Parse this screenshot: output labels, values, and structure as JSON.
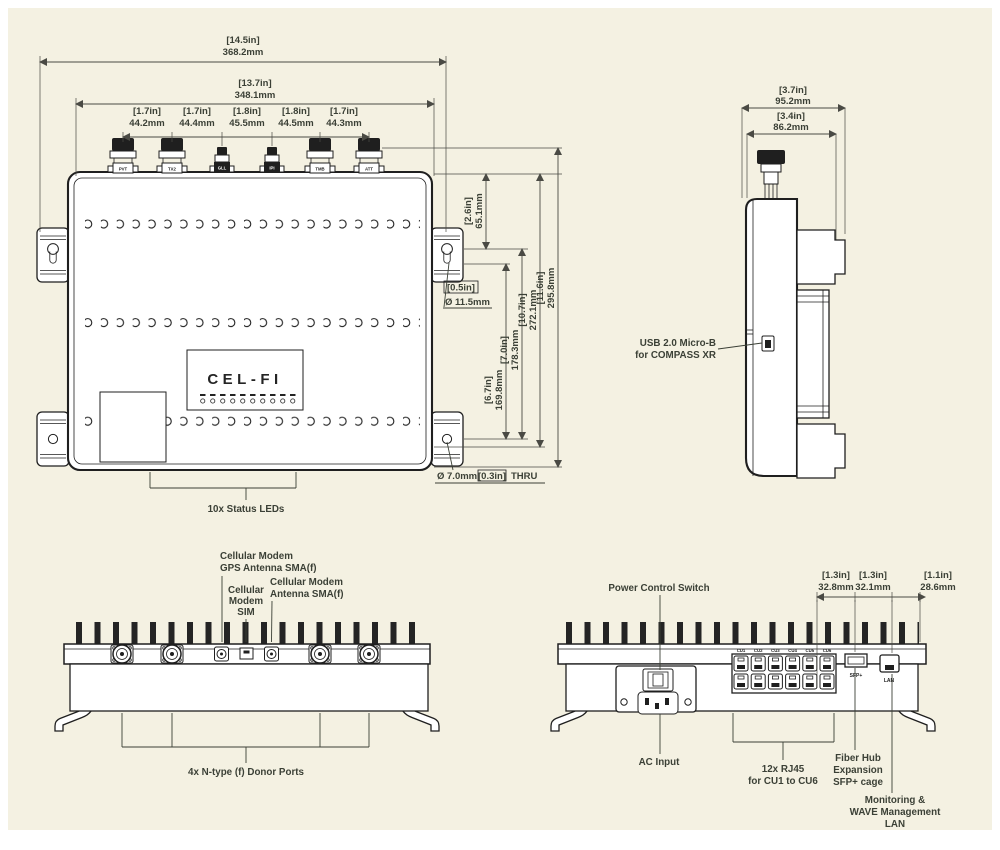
{
  "front": {
    "width_outer": {
      "in": "[14.5in]",
      "mm": "368.2mm"
    },
    "width_inner": {
      "in": "[13.7in]",
      "mm": "348.1mm"
    },
    "spacings": [
      {
        "in": "[1.7in]",
        "mm": "44.2mm"
      },
      {
        "in": "[1.7in]",
        "mm": "44.4mm"
      },
      {
        "in": "[1.8in]",
        "mm": "45.5mm"
      },
      {
        "in": "[1.8in]",
        "mm": "44.5mm"
      },
      {
        "in": "[1.7in]",
        "mm": "44.3mm"
      }
    ],
    "v26": {
      "in": "[2.6in]",
      "mm": "65.1mm"
    },
    "keyhole": {
      "in": "[0.5in]",
      "dia": "Ø 11.5mm"
    },
    "v67": {
      "in": "[6.7in]",
      "mm": "169.8mm"
    },
    "v70": {
      "in": "[7.0in]",
      "mm": "178.3mm"
    },
    "v107": {
      "in": "[10.7in]",
      "mm": "272.1mm"
    },
    "v116": {
      "in": "[11.6in]",
      "mm": "295.8mm"
    },
    "thru": {
      "dia": "Ø 7.0mm",
      "in": "[0.3in]",
      "suffix": "THRU"
    },
    "logo": "CEL-FI",
    "leds_label": "10x Status LEDs",
    "ports": [
      "PVT",
      "TX2",
      "GLL",
      "IPI",
      "TMB",
      "ATT"
    ]
  },
  "side": {
    "width_outer": {
      "in": "[3.7in]",
      "mm": "95.2mm"
    },
    "width_inner": {
      "in": "[3.4in]",
      "mm": "86.2mm"
    },
    "usb_label": {
      "line1": "USB 2.0 Micro-B",
      "line2": "for COMPASS XR"
    }
  },
  "top": {
    "gps_label": {
      "line1": "Cellular Modem",
      "line2": "GPS Antenna SMA(f)"
    },
    "sim_label": {
      "line1": "Cellular",
      "line2": "Modem",
      "line3": "SIM"
    },
    "ant_label": {
      "line1": "Cellular Modem",
      "line2": "Antenna SMA(f)"
    },
    "donor_label": "4x N-type (f) Donor Ports"
  },
  "bottom": {
    "power_label": "Power Control Switch",
    "ac_label": "AC Input",
    "rj45_label": {
      "line1": "12x RJ45",
      "line2": "for CU1 to CU6"
    },
    "sfp_label": {
      "line1": "Fiber Hub",
      "line2": "Expansion",
      "line3": "SFP+ cage"
    },
    "lan_label": {
      "line1": "Monitoring &",
      "line2": "WAVE Management",
      "line3": "LAN"
    },
    "cu_ports": [
      "CU1",
      "CU2",
      "CU3",
      "CU4",
      "CU5",
      "CU6"
    ],
    "sfp_tag": "SFP+",
    "lan_tag": "LAN",
    "dims": [
      {
        "in": "[1.3in]",
        "mm": "32.8mm"
      },
      {
        "in": "[1.3in]",
        "mm": "32.1mm"
      },
      {
        "in": "[1.1in]",
        "mm": "28.6mm"
      }
    ]
  },
  "colors": {
    "background": "#f4f1e2",
    "ink": "#1f1f1f",
    "text": "#3b4036"
  }
}
